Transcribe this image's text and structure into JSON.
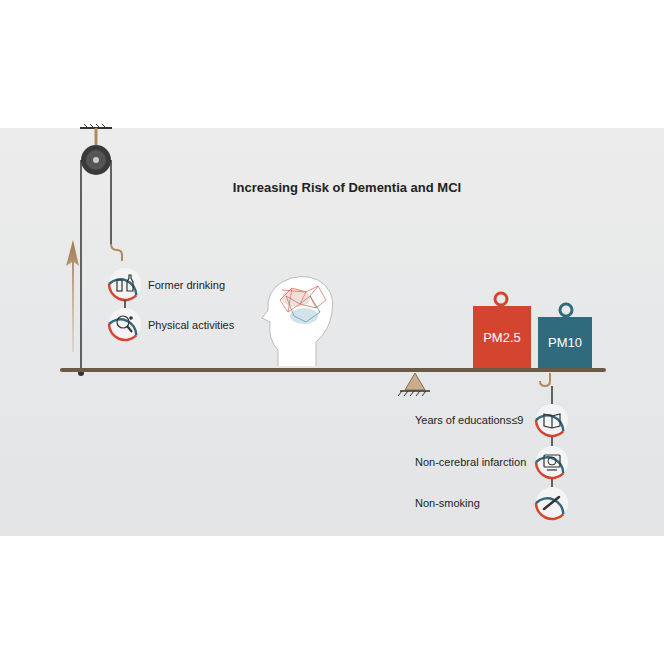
{
  "diagram": {
    "title": "Increasing Risk of Dementia and MCI",
    "nodes": [
      {
        "text": [
          "PM2.5"
        ]
      },
      {
        "text": [
          "PM10"
        ]
      }
    ],
    "labels": [
      "Former drinking",
      "Physical activities",
      "Years of educations≤9",
      "Non-cerebral infarction",
      "Non-smoking"
    ]
  }
}
